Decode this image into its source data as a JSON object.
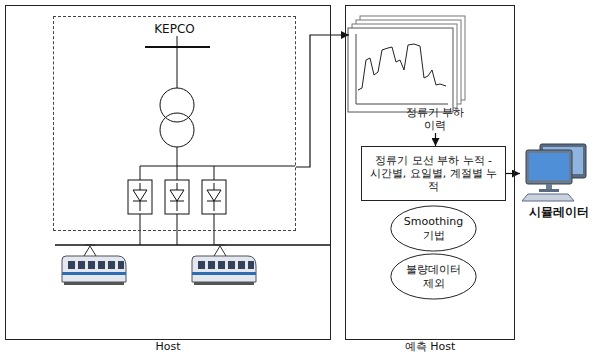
{
  "diagram": {
    "nodes": [
      {
        "text": [
          "Host"
        ]
      },
      {
        "text": [
          "KEPCO"
        ],
        "in": 0
      },
      {
        "text": [
          "예측 Host"
        ]
      },
      {
        "text": [
          "정류기 부하 이력"
        ],
        "in": 2
      },
      {
        "text": [
          "정류기 모선 부하 누적 - 시간별, 요일별, 계절별 누적"
        ],
        "in": 2
      },
      {
        "text": [
          "Smoothing 기법"
        ],
        "in": 2
      },
      {
        "text": [
          "불량데이터 제외"
        ],
        "in": 2
      },
      {
        "text": [
          "시뮬레이터"
        ]
      }
    ],
    "edges": [
      {
        "from": 1,
        "to": 3,
        "arrow": "to"
      },
      {
        "from": 3,
        "to": 4,
        "arrow": "to"
      },
      {
        "from": 4,
        "to": 7,
        "arrow": "to"
      }
    ]
  }
}
